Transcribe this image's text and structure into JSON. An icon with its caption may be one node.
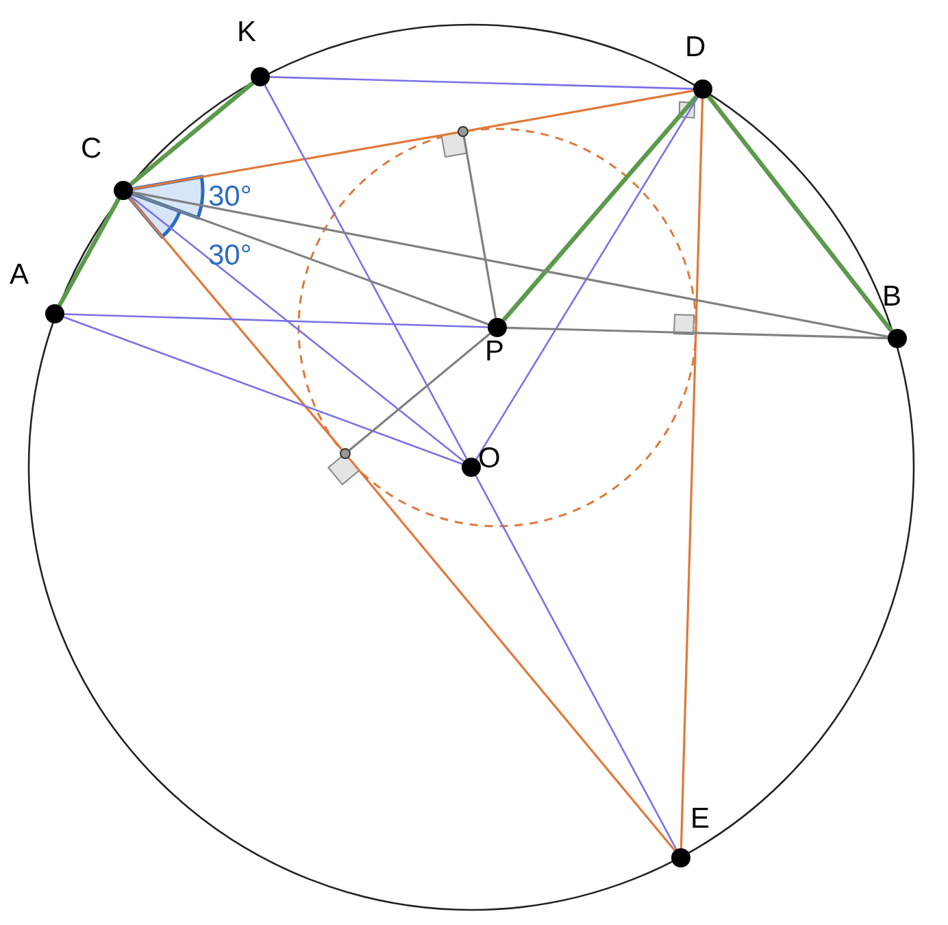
{
  "diagram": {
    "nodes": [
      {
        "text": [
          "A"
        ]
      },
      {
        "text": [
          "B"
        ]
      },
      {
        "text": [
          "C"
        ]
      },
      {
        "text": [
          "D"
        ]
      },
      {
        "text": [
          "E"
        ]
      },
      {
        "text": [
          "K"
        ]
      },
      {
        "text": [
          "O"
        ]
      },
      {
        "text": [
          "P"
        ]
      },
      {
        "text": [],
        "shape": "circle"
      },
      {
        "text": [],
        "shape": "circle"
      }
    ],
    "edges": [
      {
        "from": 0,
        "to": 2,
        "arrow": "none",
        "style": "thick",
        "color": "#5b9a4c"
      },
      {
        "from": 2,
        "to": 5,
        "arrow": "none",
        "style": "thick",
        "color": "#5b9a4c"
      },
      {
        "from": 3,
        "to": 7,
        "arrow": "none",
        "style": "thick",
        "color": "#5b9a4c"
      },
      {
        "from": 3,
        "to": 1,
        "arrow": "none",
        "style": "thick",
        "color": "#5b9a4c"
      },
      {
        "from": 2,
        "to": 8,
        "arrow": "none",
        "color": "#e0783a"
      },
      {
        "from": 8,
        "to": 3,
        "arrow": "none",
        "color": "#e0783a"
      },
      {
        "from": 2,
        "to": 9,
        "arrow": "none",
        "color": "#e0783a"
      },
      {
        "from": 9,
        "to": 4,
        "arrow": "none",
        "color": "#e0783a"
      },
      {
        "from": 3,
        "to": 4,
        "arrow": "none",
        "color": "#e0783a"
      },
      {
        "from": 5,
        "to": 3,
        "arrow": "none"
      },
      {
        "from": 5,
        "to": 6,
        "arrow": "none"
      },
      {
        "from": 6,
        "to": 4,
        "arrow": "none"
      },
      {
        "from": 2,
        "to": 6,
        "arrow": "none"
      },
      {
        "from": 0,
        "to": 6,
        "arrow": "none"
      },
      {
        "from": 0,
        "to": 7,
        "arrow": "none"
      },
      {
        "from": 3,
        "to": 6,
        "arrow": "none"
      },
      {
        "from": 2,
        "to": 7,
        "arrow": "none",
        "color": "#808080"
      },
      {
        "from": 2,
        "to": 1,
        "arrow": "none",
        "color": "#808080"
      },
      {
        "from": 7,
        "to": 1,
        "arrow": "none",
        "color": "#808080"
      },
      {
        "from": 7,
        "to": 8,
        "arrow": "none",
        "color": "#808080"
      },
      {
        "from": 7,
        "to": 9,
        "arrow": "none",
        "color": "#808080"
      }
    ],
    "labels": [
      "30°",
      "30°"
    ]
  }
}
